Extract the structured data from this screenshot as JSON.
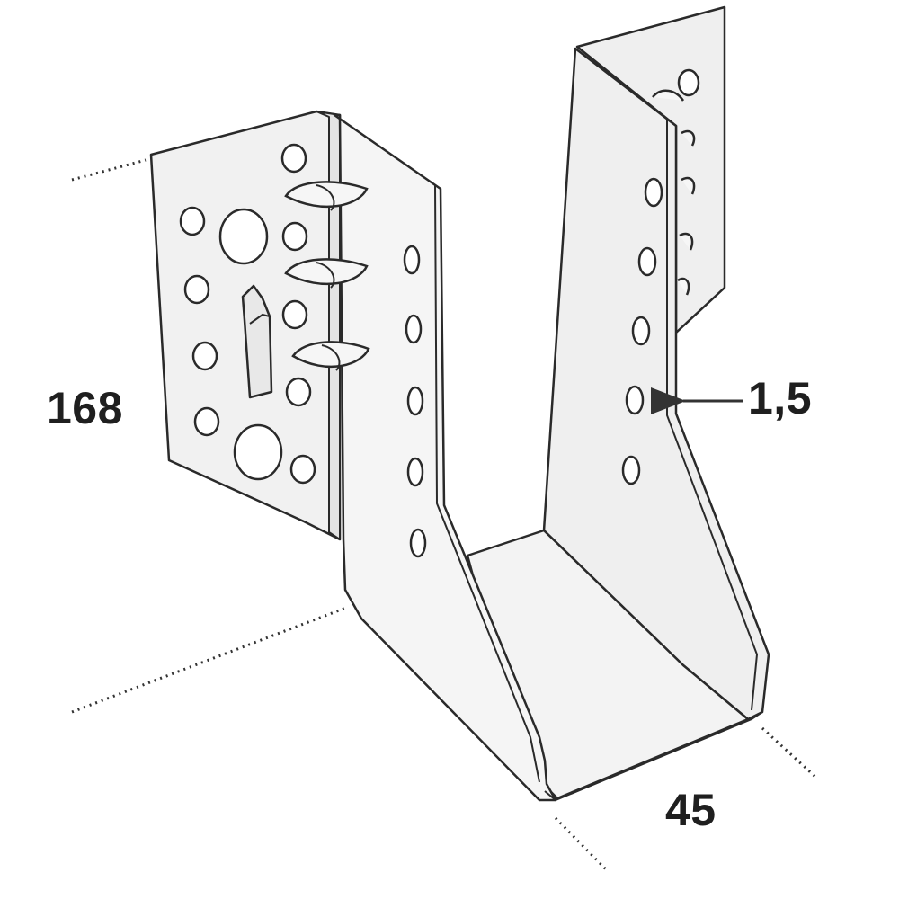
{
  "figure": {
    "subject": "joist-hanger",
    "colors": {
      "fill": "#efefef",
      "stroke": "#2a2a2a",
      "dimension_line": "#333333",
      "label": "#1f1f1f"
    }
  },
  "dimensions": {
    "height": "168",
    "thickness": "1,5",
    "width": "45"
  }
}
